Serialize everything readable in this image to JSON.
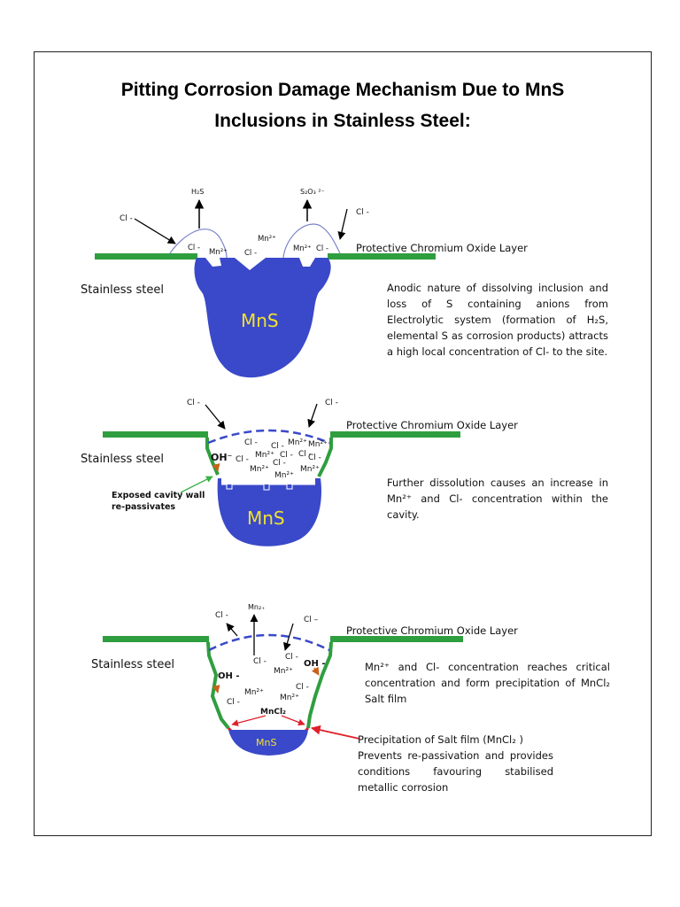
{
  "title": {
    "line1": "Pitting Corrosion Damage Mechanism Due to MnS",
    "line2": "Inclusions in Stainless Steel:"
  },
  "colors": {
    "steel_layer": "#2f9e3f",
    "inclusion": "#3a49c9",
    "passive_film_dashed": "#3a49c9",
    "salt_film": "#e0202a",
    "oh_arrow": "#c8621a",
    "exposed_wall_arrow": "#3bb14a"
  },
  "stage1": {
    "h2s": "H₂S",
    "s2o3": "S₂O₃ ²⁻",
    "cl_left": "Cl -",
    "cl_right": "Cl -",
    "cl_inner_left": "Cl -",
    "mn_left": "Mn²⁺",
    "cl_center": "Cl -",
    "mn_top": "Mn²⁺",
    "mn_right": "Mn²⁺",
    "cl_inner_right": "Cl -",
    "oxide_label": "Protective Chromium Oxide Layer",
    "steel_label": "Stainless steel",
    "inclusion_label": "MnS",
    "description": "Anodic nature of dissolving inclusion and loss of S containing anions from Electrolytic system (formation of H₂S, elemental S as corrosion products) attracts a high local concentration of Cl- to the site."
  },
  "stage2": {
    "cl_left": "Cl -",
    "cl_right": "Cl -",
    "oxide_label": "Protective Chromium Oxide Layer",
    "steel_label": "Stainless steel",
    "oh_label": "OH⁻",
    "exposed_label_1": "Exposed cavity wall",
    "exposed_label_2": "re-passivates",
    "inclusion_label": "MnS",
    "ions": [
      "Cl -",
      "Cl -",
      "Mn²⁺",
      "Mn²⁺",
      "Cl -",
      "Cl -",
      "Mn²⁺",
      "Cl -",
      "Cl -",
      "Cl -",
      "Mn²⁺",
      "Mn²⁺",
      "Mn²⁺"
    ],
    "description": "Further dissolution causes an increase in Mn²⁺ and Cl- concentration within the cavity."
  },
  "stage3": {
    "mn_top": "Mn₂₊",
    "cl_left": "Cl -",
    "cl_right": "Cl –",
    "oxide_label": "Protective Chromium Oxide Layer",
    "steel_label": "Stainless steel",
    "oh_left": "OH -",
    "oh_right": "OH -",
    "ions": [
      "Cl -",
      "Mn²⁺",
      "Cl -",
      "Mn²⁺",
      "Cl -",
      "Mn²⁺",
      "Cl -"
    ],
    "salt_label": "MnCl₂",
    "inclusion_label": "MnS",
    "description": "Mn²⁺ and Cl- concentration reaches critical concentration and form precipitation of MnCl₂ Salt film",
    "precip_line1": "Precipitation of Salt film (MnCl₂ )",
    "precip_line2": "Prevents re-passivation and provides conditions favouring stabilised metallic corrosion"
  }
}
